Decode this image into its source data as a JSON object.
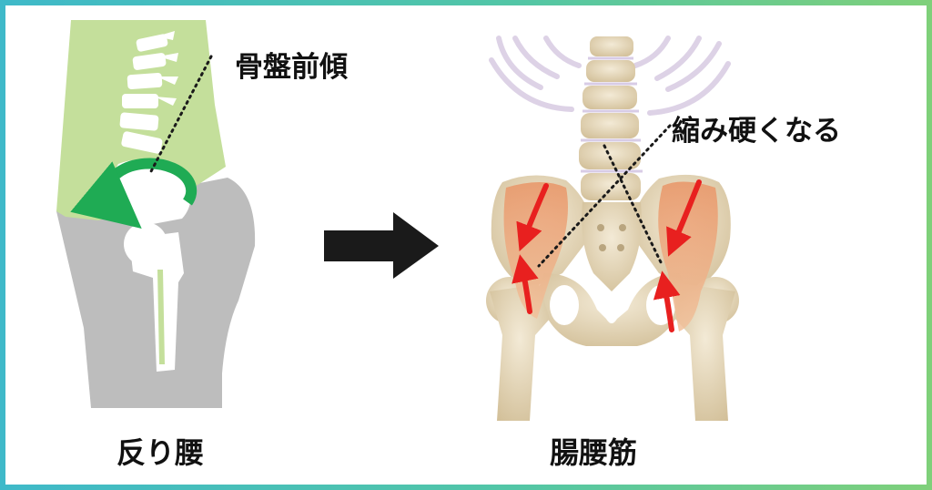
{
  "left_panel": {
    "annotation": "骨盤前傾",
    "caption": "反り腰"
  },
  "right_panel": {
    "annotation": "縮み硬くなる",
    "caption": "腸腰筋"
  },
  "colors": {
    "frame_start": "#3fb9c9",
    "frame_end": "#7fd07a",
    "torso_green": "#c4df9b",
    "body_gray": "#bdbdbd",
    "rotation_arrow": "#1fab54",
    "muscle_arrow": "#e8201f",
    "transition_arrow": "#1a1a1a",
    "bone": "#e6d8bd",
    "muscle": "#e89a6a"
  }
}
